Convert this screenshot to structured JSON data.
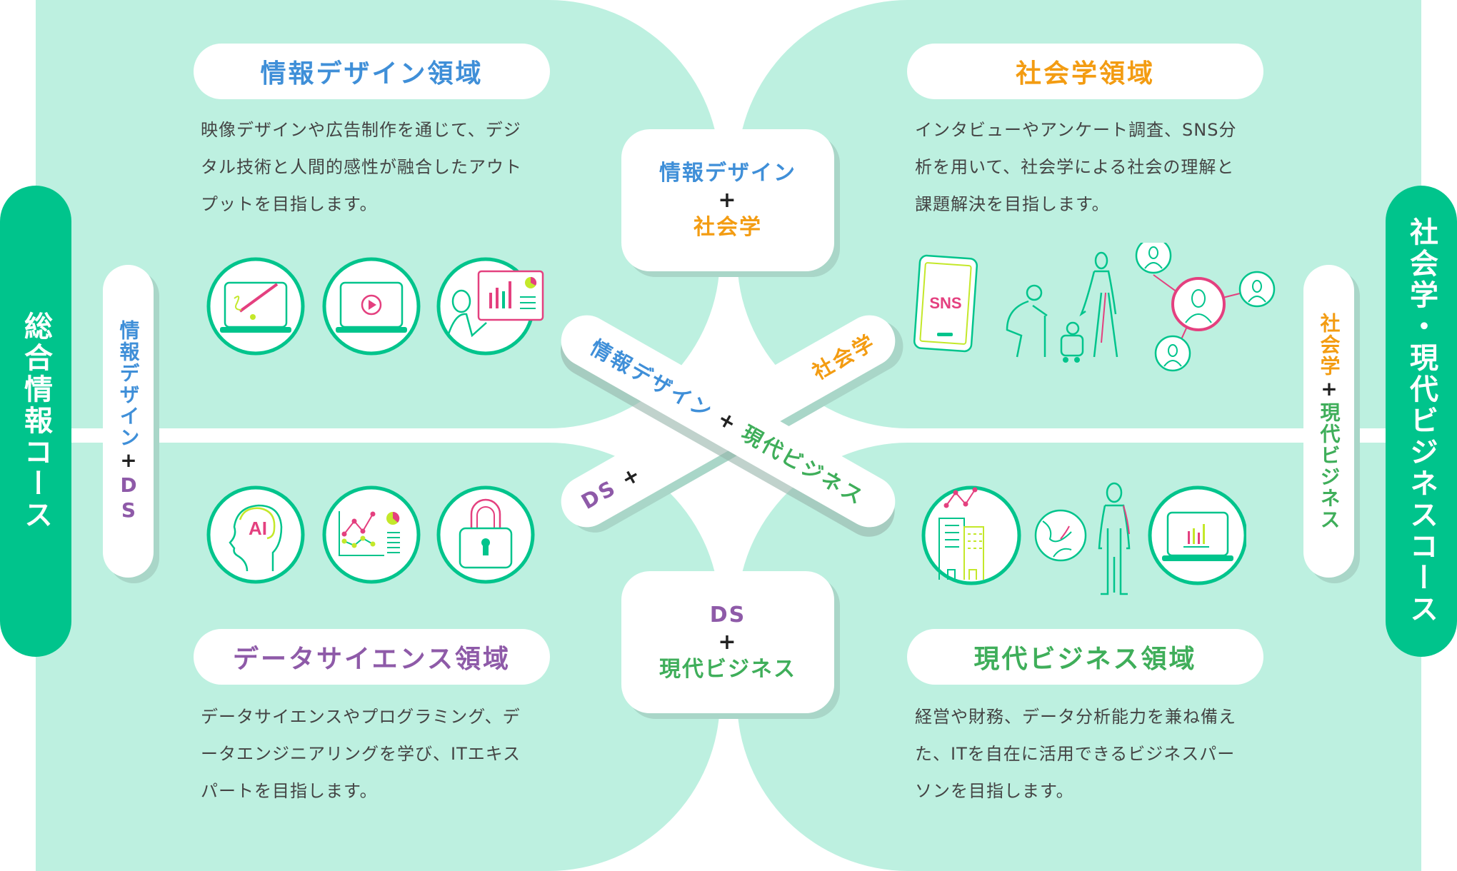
{
  "courses": {
    "left": "総合情報コース",
    "right": "社会学・現代ビジネスコース"
  },
  "side_pills": {
    "left": {
      "a": "情報デザイン",
      "plus": "+",
      "b": "DS"
    },
    "right": {
      "a": "社会学",
      "plus": "+",
      "b": "現代ビジネス"
    }
  },
  "domains": {
    "info_design": {
      "title": "情報デザイン領域",
      "lines": [
        "映像デザインや広告制作を通じて、デジ",
        "タル技術と人間的感性が融合したアウト",
        "プットを目指します。"
      ],
      "icons": [
        "laptop-paint-icon",
        "laptop-video-icon",
        "presenter-chart-icon"
      ]
    },
    "sociology": {
      "title": "社会学領域",
      "lines": [
        "インタビューやアンケート調査、SNS分",
        "析を用いて、社会学による社会の理解と",
        "課題解決を目指します。"
      ],
      "sns_label": "SNS",
      "icons": [
        "smartphone-sns-icon",
        "people-generations-icon",
        "network-people-icon"
      ]
    },
    "data_science": {
      "title": "データサイエンス領域",
      "lines": [
        "データサイエンスやプログラミング、デ",
        "ータエンジニアリングを学び、ITエキス",
        "パートを目指します。"
      ],
      "ai_label": "AI",
      "icons": [
        "ai-head-icon",
        "data-chart-icon",
        "padlock-icon"
      ]
    },
    "business": {
      "title": "現代ビジネス領域",
      "lines": [
        "経営や財務、データ分析能力を兼ね備え",
        "た、ITを自在に活用できるビジネスパー",
        "ソンを目指します。"
      ],
      "icons": [
        "building-growth-icon",
        "globe-person-icon",
        "laptop-chart-icon"
      ]
    }
  },
  "center_boxes": {
    "top": {
      "a": "情報デザイン",
      "plus": "+",
      "b": "社会学"
    },
    "bottom": {
      "a": "DS",
      "plus": "+",
      "b": "現代ビジネス"
    }
  },
  "cross": {
    "bar_a": {
      "left": "DS",
      "plus": "+",
      "right": "社会学"
    },
    "bar_b": {
      "left": "情報デザイン",
      "plus": "+",
      "right": "現代ビジネス"
    }
  },
  "colors": {
    "mint": "#bdf0e0",
    "course_green": "#00c48c",
    "info_blue": "#3f8fd8",
    "sociology_orange": "#f39c12",
    "ds_purple": "#8e5aa8",
    "business_green": "#3fae5a",
    "accent_pink": "#e4407f",
    "accent_lime": "#c4e82a"
  }
}
